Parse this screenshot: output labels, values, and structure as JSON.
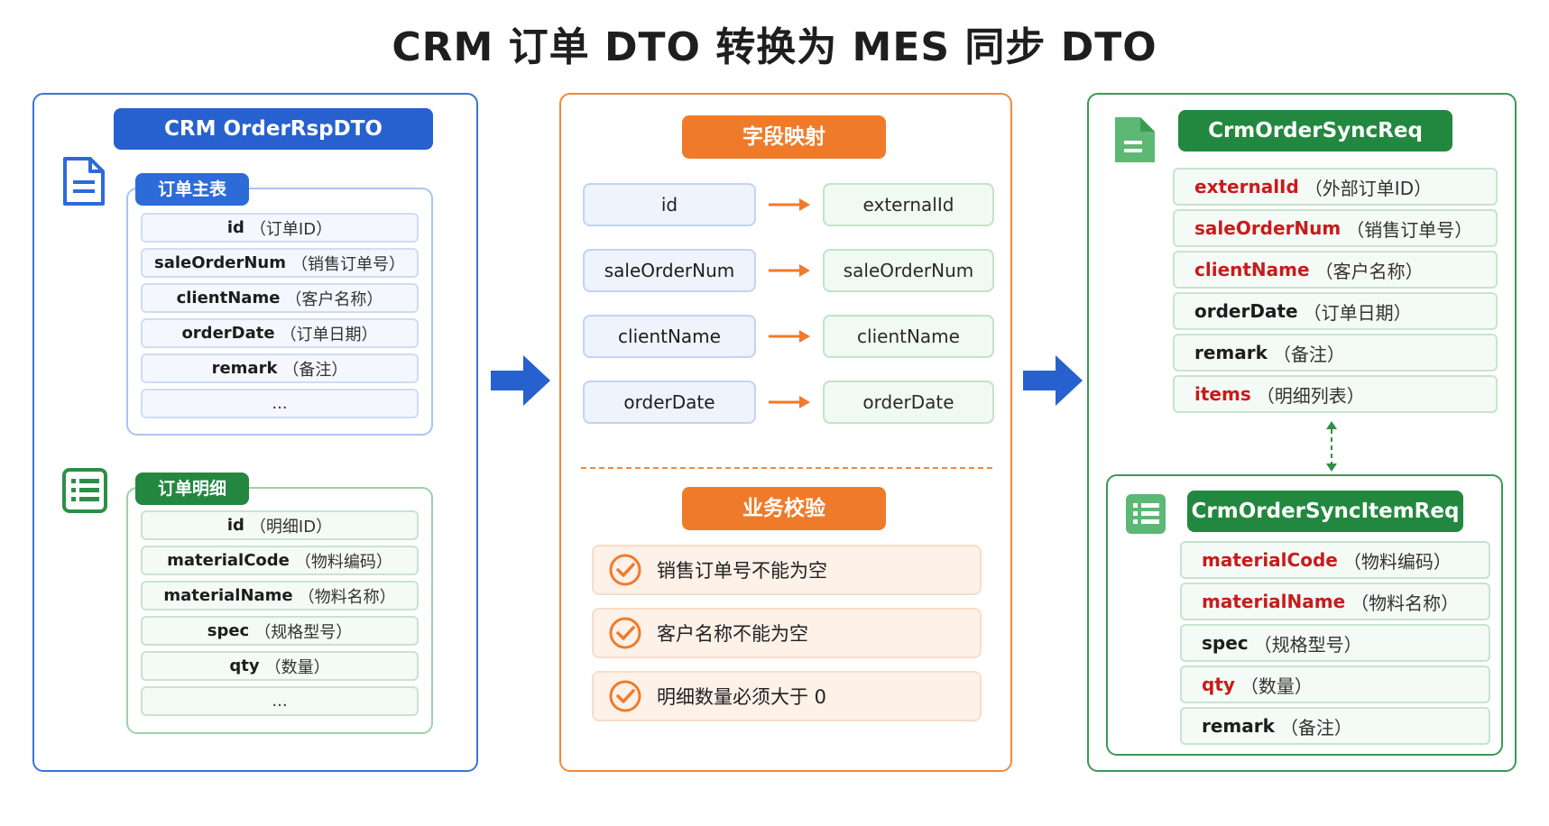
{
  "title": "CRM 订单 DTO 转换为 MES 同步 DTO",
  "colors": {
    "blue": "#2760cf",
    "orange": "#ef7b2a",
    "green": "#23883f",
    "red": "#c81b1b"
  },
  "left": {
    "header": "CRM OrderRspDTO",
    "main_group": {
      "tag": "订单主表",
      "icon": "document-icon",
      "rows": [
        {
          "field": "id",
          "comment": "（订单ID）"
        },
        {
          "field": "saleOrderNum",
          "comment": "（销售订单号）"
        },
        {
          "field": "clientName",
          "comment": "（客户名称）"
        },
        {
          "field": "orderDate",
          "comment": "（订单日期）"
        },
        {
          "field": "remark",
          "comment": "（备注）"
        },
        {
          "field": "",
          "comment": "..."
        }
      ]
    },
    "detail_group": {
      "tag": "订单明细",
      "icon": "list-icon",
      "rows": [
        {
          "field": "id",
          "comment": "（明细ID）"
        },
        {
          "field": "materialCode",
          "comment": "（物料编码）"
        },
        {
          "field": "materialName",
          "comment": "（物料名称）"
        },
        {
          "field": "spec",
          "comment": "（规格型号）"
        },
        {
          "field": "qty",
          "comment": "（数量）"
        },
        {
          "field": "",
          "comment": "..."
        }
      ]
    }
  },
  "middle": {
    "mapping_header": "字段映射",
    "mappings": [
      {
        "src": "id",
        "dst": "externalId"
      },
      {
        "src": "saleOrderNum",
        "dst": "saleOrderNum"
      },
      {
        "src": "clientName",
        "dst": "clientName"
      },
      {
        "src": "orderDate",
        "dst": "orderDate"
      }
    ],
    "validation_header": "业务校验",
    "checks": [
      "销售订单号不能为空",
      "客户名称不能为空",
      "明细数量必须大于 0"
    ]
  },
  "right": {
    "header": "CrmOrderSyncReq",
    "icon": "sheet-icon",
    "rows": [
      {
        "field": "externalId",
        "comment": "（外部订单ID）",
        "highlight": true
      },
      {
        "field": "saleOrderNum",
        "comment": "（销售订单号）",
        "highlight": true
      },
      {
        "field": "clientName",
        "comment": "（客户名称）",
        "highlight": true
      },
      {
        "field": "orderDate",
        "comment": "（订单日期）",
        "highlight": false
      },
      {
        "field": "remark",
        "comment": "（备注）",
        "highlight": false
      },
      {
        "field": "items",
        "comment": "（明细列表）",
        "highlight": true
      }
    ],
    "item_header": "CrmOrderSyncItemReq",
    "item_icon": "list-icon",
    "item_rows": [
      {
        "field": "materialCode",
        "comment": "（物料编码）",
        "highlight": true
      },
      {
        "field": "materialName",
        "comment": "（物料名称）",
        "highlight": true
      },
      {
        "field": "spec",
        "comment": "（规格型号）",
        "highlight": false
      },
      {
        "field": "qty",
        "comment": "（数量）",
        "highlight": true
      },
      {
        "field": "remark",
        "comment": "（备注）",
        "highlight": false
      }
    ]
  }
}
